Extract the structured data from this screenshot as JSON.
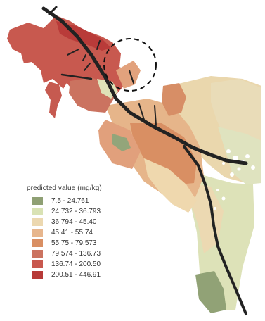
{
  "legend": {
    "title": "predicted value (mg/kg)",
    "classes": [
      {
        "label": "7.5 - 24.761",
        "color": "#8fa074"
      },
      {
        "label": "24.732 - 36.793",
        "color": "#d9e2b4"
      },
      {
        "label": "36.794 - 45.40",
        "color": "#ecd8b0"
      },
      {
        "label": "45.41 - 55.74",
        "color": "#e7b68d"
      },
      {
        "label": "55.75 - 79.573",
        "color": "#d98f63"
      },
      {
        "label": "79.574 - 136.73",
        "color": "#cb7360"
      },
      {
        "label": "136.74 - 200.50",
        "color": "#c8584e"
      },
      {
        "label": "200.51 - 446.91",
        "color": "#b73a38"
      }
    ]
  },
  "map": {
    "road_color": "#222222",
    "highlight_circle": "dashed"
  }
}
